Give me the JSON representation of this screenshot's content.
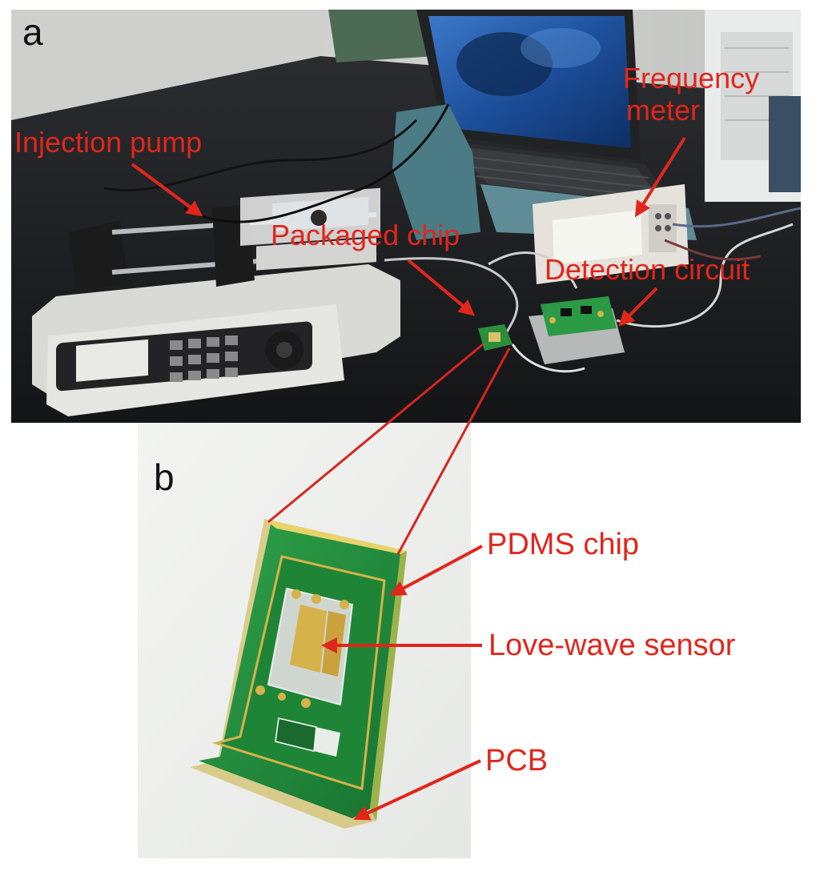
{
  "figure": {
    "panel_a": {
      "letter": "a",
      "labels": {
        "injection_pump": "Injection pump",
        "frequency_meter_line1": "Frequency",
        "frequency_meter_line2": "meter",
        "packaged_chip": "Packaged chip",
        "detection_circuit": "Detection circuit"
      }
    },
    "panel_b": {
      "letter": "b",
      "labels": {
        "pdms_chip": "PDMS chip",
        "love_wave_sensor": "Love-wave sensor",
        "pcb": "PCB"
      }
    },
    "colors": {
      "annotation": "#e1261c",
      "bench": "#1d1f22",
      "pcb_green": "#1f8f3a",
      "gold": "#d6b24a"
    }
  }
}
